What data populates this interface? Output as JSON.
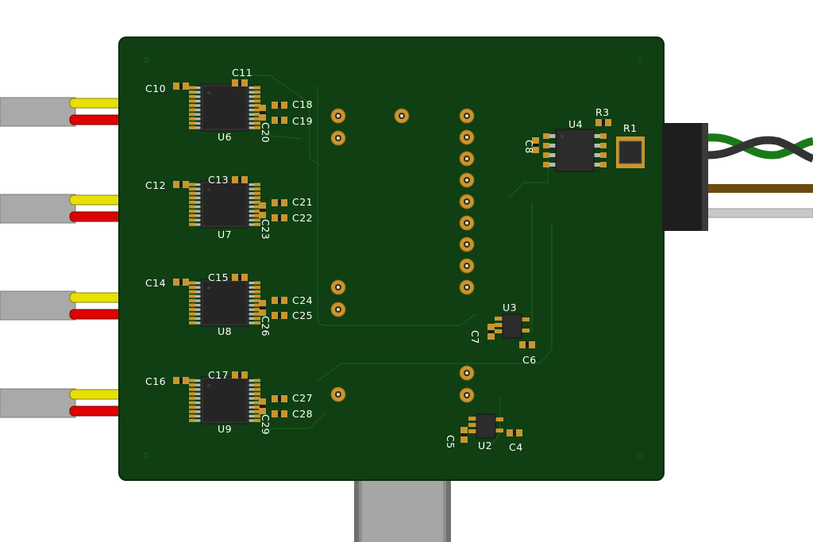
{
  "colors": {
    "board": "#0f3f12",
    "board_edge": "#0a2c0c",
    "trace": "#134a16",
    "pad": "#c8962e",
    "silk": "#ffffff",
    "ic_body": "#2a2a2a",
    "pin": "#b8b8b8",
    "wire_yellow": "#e8e000",
    "wire_red": "#e00000",
    "jacket": "#a9a9a9"
  },
  "labels": {
    "c10": "C10",
    "c11": "C11",
    "c12": "C12",
    "c13": "C13",
    "c14": "C14",
    "c15": "C15",
    "c16": "C16",
    "c17": "C17",
    "c18": "C18",
    "c19": "C19",
    "c20": "C20",
    "c21": "C21",
    "c22": "C22",
    "c23": "C23",
    "c24": "C24",
    "c25": "C25",
    "c26": "C26",
    "c27": "C27",
    "c28": "C28",
    "c29": "C29",
    "u6": "U6",
    "u7": "U7",
    "u8": "U8",
    "u9": "U9",
    "u4": "U4",
    "r3": "R3",
    "r1": "R1",
    "c8": "C8",
    "u3": "U3",
    "c7": "C7",
    "c6": "C6",
    "u2": "U2",
    "c5": "C5",
    "c4": "C4"
  }
}
